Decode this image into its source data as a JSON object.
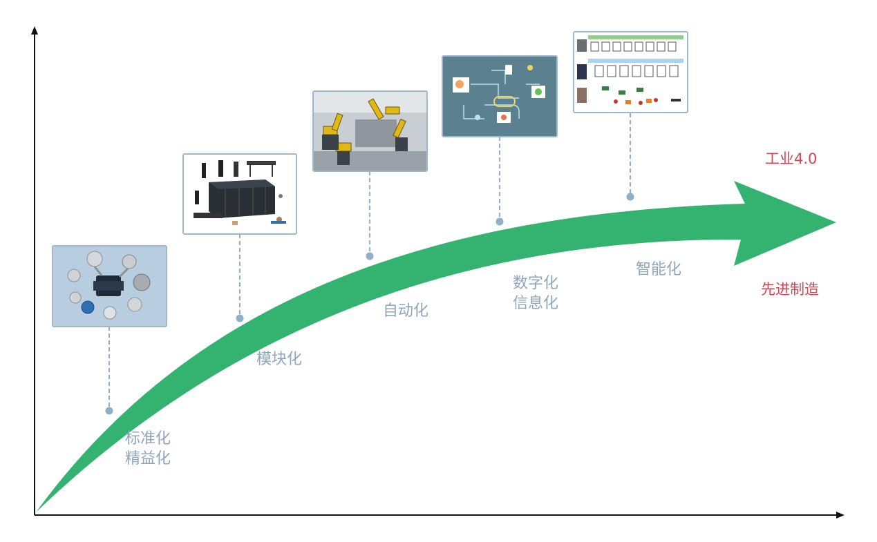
{
  "stages": [
    {
      "id": "standardization",
      "lines": [
        "标准化",
        "精益化"
      ],
      "picture": "valve-components-photo"
    },
    {
      "id": "modularization",
      "lines": [
        "模块化"
      ],
      "picture": "modular-cabinet-photo"
    },
    {
      "id": "automation",
      "lines": [
        "自动化"
      ],
      "picture": "robot-arm-production-line-photo"
    },
    {
      "id": "digitalization",
      "lines": [
        "数字化",
        "信息化"
      ],
      "picture": "digital-network-illustration"
    },
    {
      "id": "intelligence",
      "lines": [
        "智能化"
      ],
      "picture": "smart-factory-schematic"
    }
  ],
  "goal": {
    "line1": "工业4.0",
    "line2": "先进制造"
  },
  "colors": {
    "arrow": "#33b270",
    "axis": "#111111",
    "label": "#8fa6ba",
    "connector": "#8fb0c8",
    "accent": "#d9434f"
  }
}
